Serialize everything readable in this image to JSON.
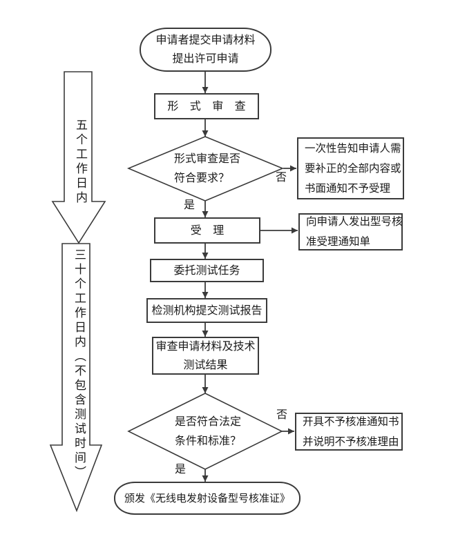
{
  "colors": {
    "line": "#3a3a3a",
    "text": "#1a1a1a",
    "background": "#ffffff"
  },
  "timeline": {
    "five_days": "五个工作日内",
    "thirty_days": "三十个工作日内（不包含测试时间）"
  },
  "nodes": {
    "start": {
      "text": "申请者提交申请材料\n提出许可申请"
    },
    "formal_review": {
      "text": "形 式 审 查"
    },
    "decision_formal": {
      "text": "形式审查是否\n符合要求？"
    },
    "notice_supplement": {
      "text": "一次性告知申请人需\n要补正的全部内容或\n书面通知不予受理"
    },
    "accept": {
      "text": "受 理"
    },
    "notice_accept": {
      "text": "向申请人发出型号核\n准受理通知单"
    },
    "entrust_test": {
      "text": "委托测试任务"
    },
    "test_report": {
      "text": "检测机构提交测试报告"
    },
    "review_materials": {
      "text": "审查申请材料及技术\n测试结果"
    },
    "decision_legal": {
      "text": "是否符合法定\n条件和标准？"
    },
    "notice_reject": {
      "text": "开具不予核准通知书\n并说明不予核准理由"
    },
    "end": {
      "text": "颁发《无线电发射设备型号核准证》"
    }
  },
  "edge_labels": {
    "formal_no": "否",
    "formal_yes": "是",
    "legal_no": "否",
    "legal_yes": "是"
  }
}
